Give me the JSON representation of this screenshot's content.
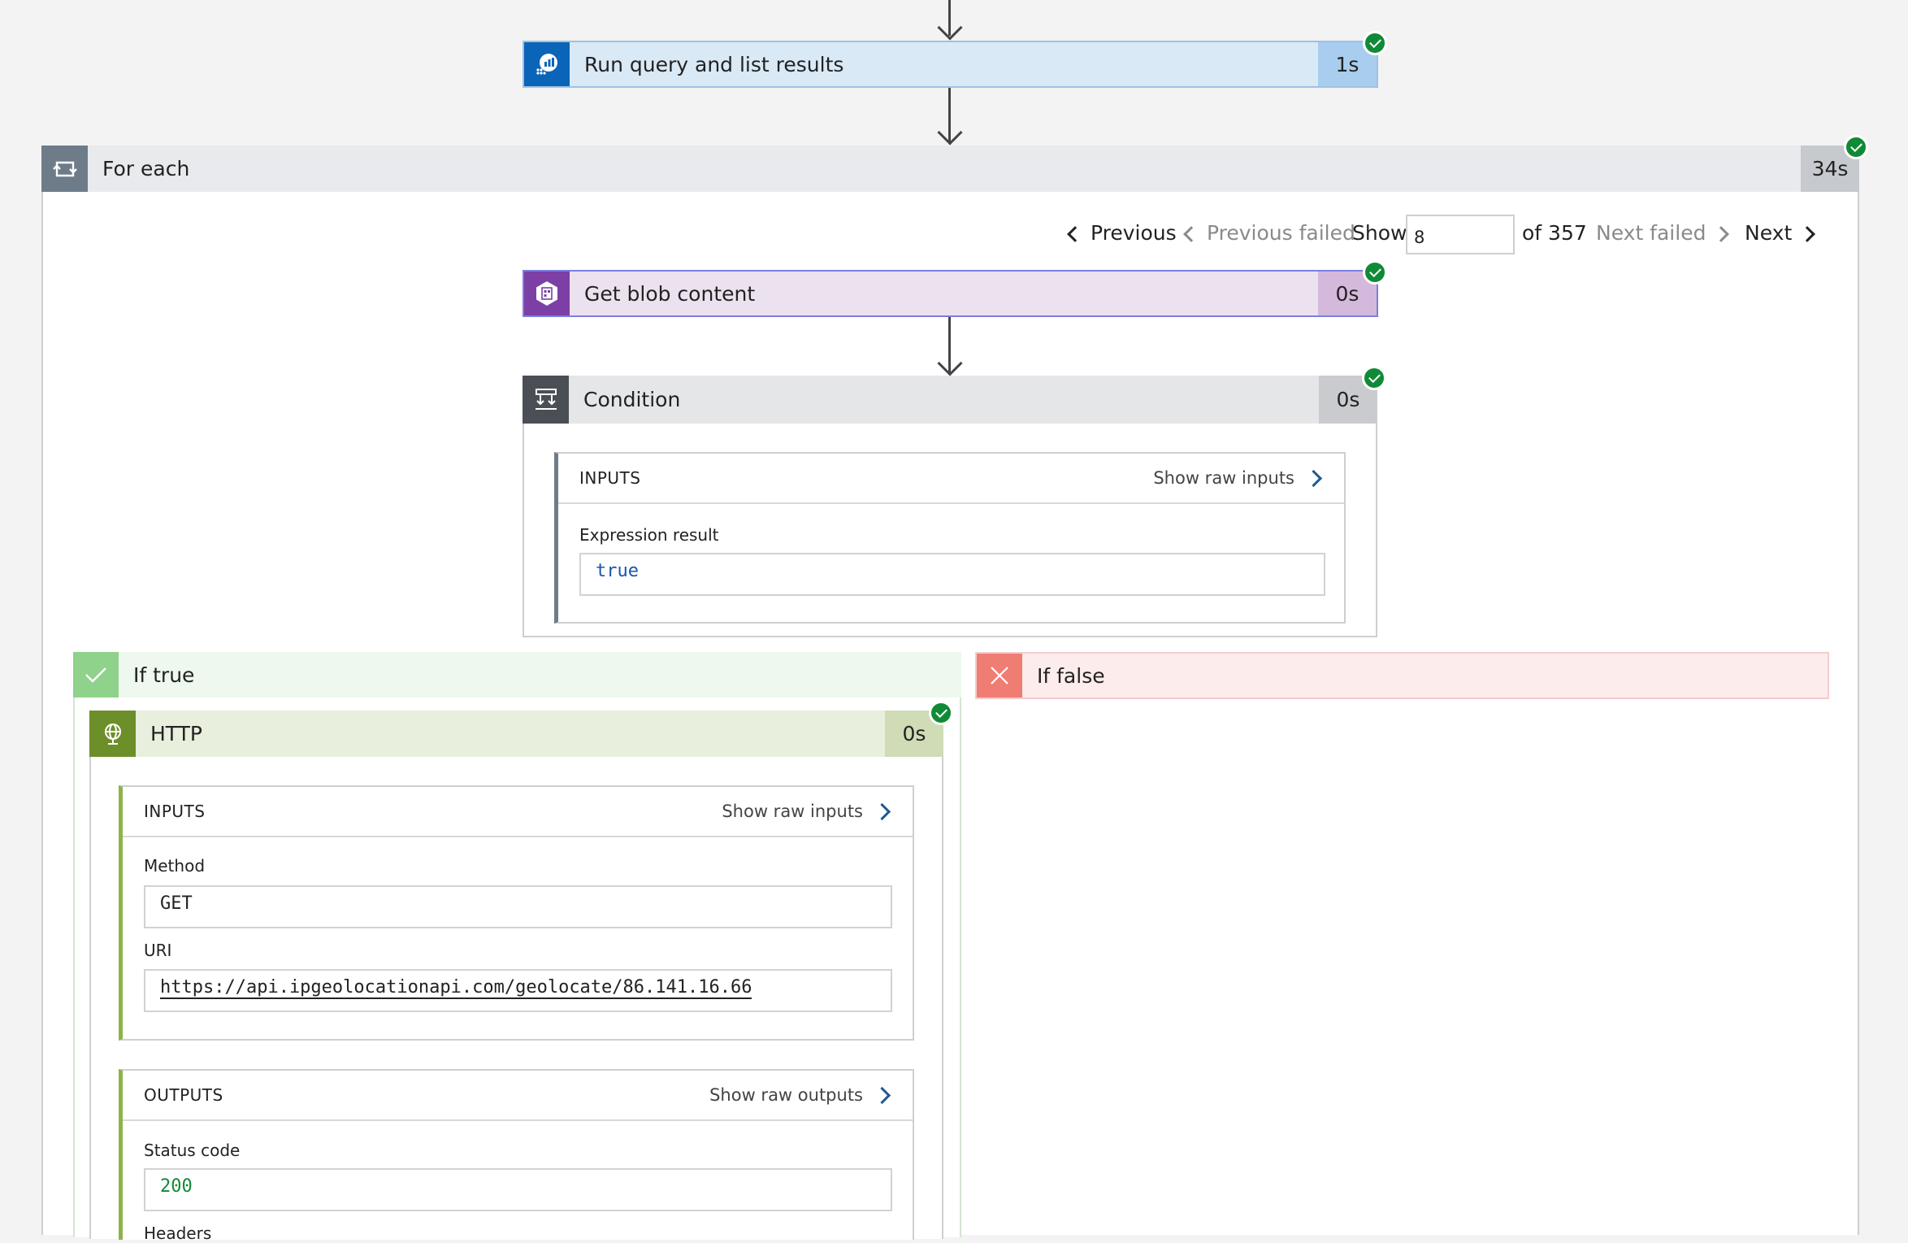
{
  "steps": {
    "run_query": {
      "title": "Run query and list results",
      "duration": "1s"
    },
    "for_each": {
      "title": "For each",
      "duration": "34s"
    },
    "get_blob": {
      "title": "Get blob content",
      "duration": "0s"
    },
    "condition": {
      "title": "Condition",
      "duration": "0s"
    },
    "http": {
      "title": "HTTP",
      "duration": "0s"
    }
  },
  "pager": {
    "previous": "Previous",
    "previous_failed": "Previous failed",
    "show": "Show",
    "current": "8",
    "of_total": "of 357",
    "next_failed": "Next failed",
    "next": "Next"
  },
  "condition_inputs": {
    "header": "INPUTS",
    "show_raw": "Show raw inputs",
    "expression_label": "Expression result",
    "expression_value": "true"
  },
  "branches": {
    "if_true": "If true",
    "if_false": "If false"
  },
  "http_inputs": {
    "header": "INPUTS",
    "show_raw": "Show raw inputs",
    "method_label": "Method",
    "method_value": "GET",
    "uri_label": "URI",
    "uri_value": "https://api.ipgeolocationapi.com/geolocate/86.141.16.66"
  },
  "http_outputs": {
    "header": "OUTPUTS",
    "show_raw": "Show raw outputs",
    "status_label": "Status code",
    "status_value": "200",
    "headers_label": "Headers"
  },
  "colors": {
    "success": "#108a36",
    "monitor_blue": "#0a64b8",
    "storage_purple": "#7b3fa6",
    "condition_dark": "#4a4f55",
    "loop_gray": "#6e7c8a",
    "true_green": "#8fd28b",
    "false_red": "#f07d73",
    "http_green": "#6d8f2a"
  }
}
